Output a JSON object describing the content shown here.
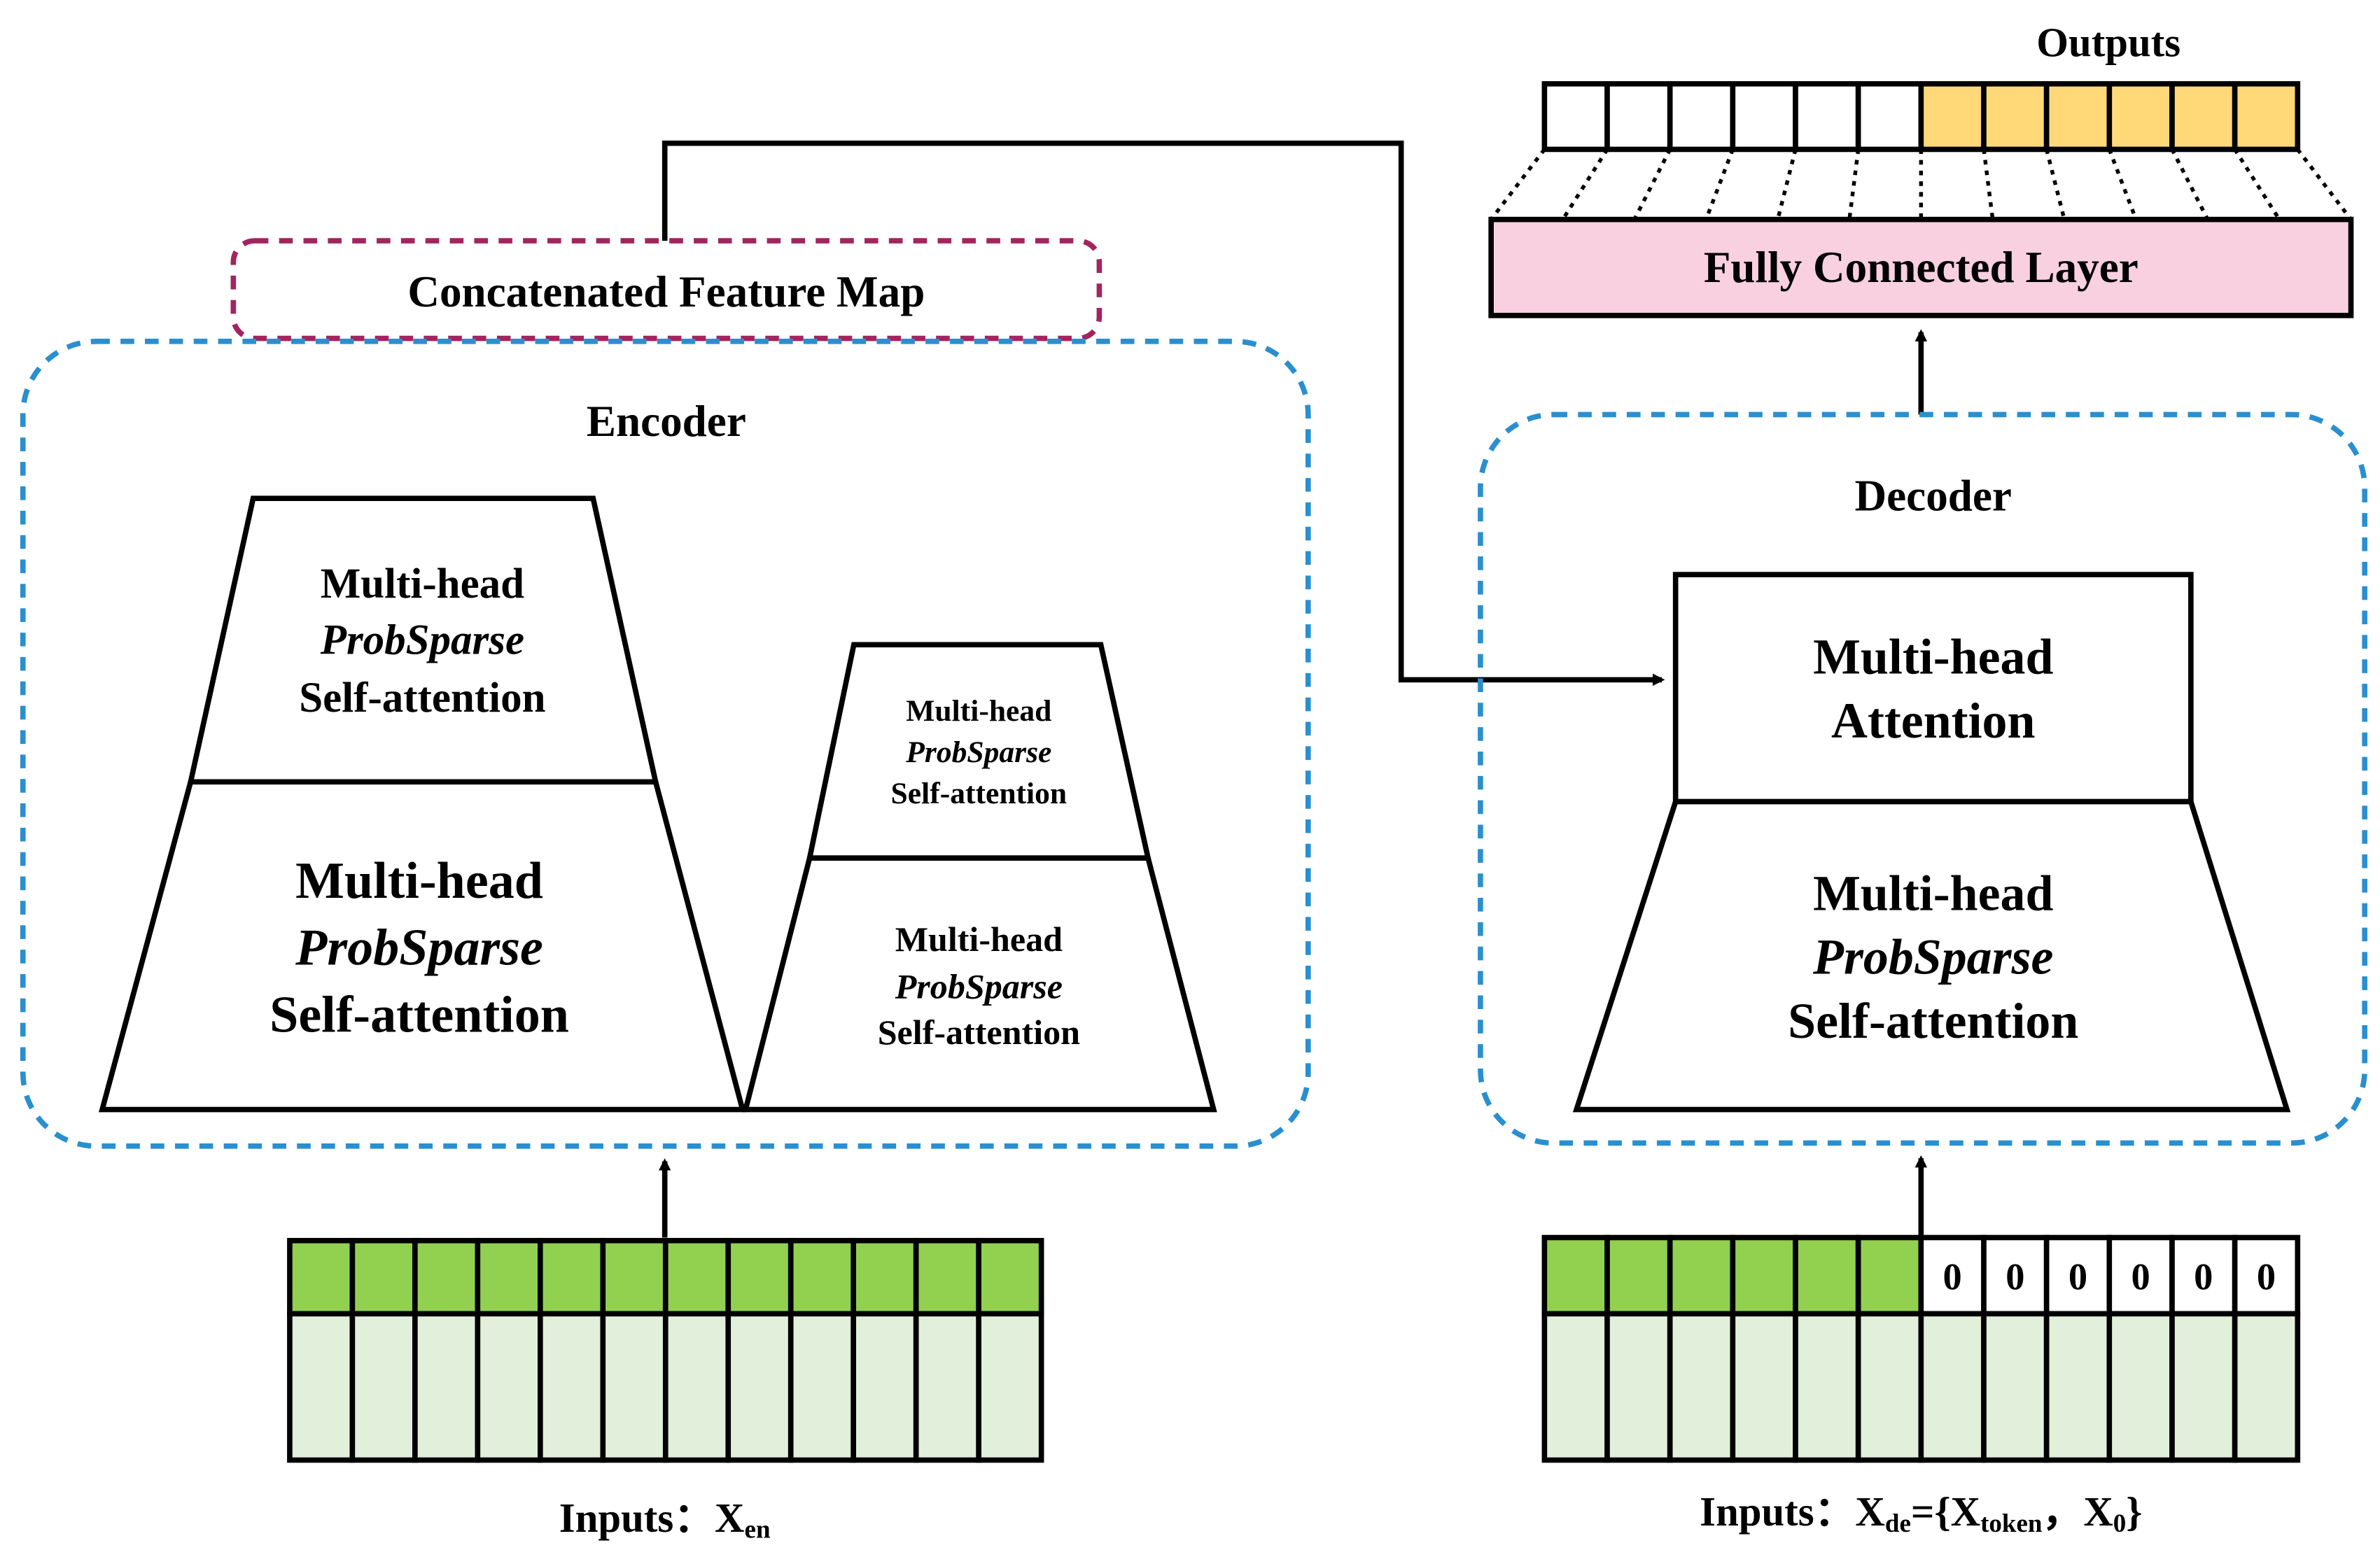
{
  "outputs": {
    "title": "Outputs",
    "blank_cells": 6,
    "highlight_cells": 6,
    "highlight_color": "#ffd978"
  },
  "fully_connected_layer": {
    "label": "Fully Connected Layer",
    "fill": "#f8d0e0"
  },
  "concatenated_feature_map": {
    "label": "Concatenated Feature Map",
    "border_color": "#a3245e"
  },
  "encoder": {
    "title": "Encoder",
    "border_color": "#2a8fcf",
    "stack1": {
      "top": {
        "line1": "Multi-head",
        "line2": "ProbSparse",
        "line3": "Self-attention"
      },
      "bottom": {
        "line1": "Multi-head",
        "line2": "ProbSparse",
        "line3": "Self-attention"
      }
    },
    "stack2": {
      "top": {
        "line1": "Multi-head",
        "line2": "ProbSparse",
        "line3": "Self-attention"
      },
      "bottom": {
        "line1": "Multi-head",
        "line2": "ProbSparse",
        "line3": "Self-attention"
      }
    }
  },
  "decoder": {
    "title": "Decoder",
    "border_color": "#2a8fcf",
    "attention": {
      "line1": "Multi-head",
      "line2": "Attention"
    },
    "self_attention": {
      "line1": "Multi-head",
      "line2": "ProbSparse",
      "line3": "Self-attention"
    }
  },
  "encoder_input": {
    "label": "Inputs：",
    "symbol": "X",
    "subscript": "en",
    "cells": 12,
    "top_color": "#92d050",
    "bottom_color": "#e2efda"
  },
  "decoder_input": {
    "label": "Inputs：",
    "symbol": "X",
    "subscript": "de",
    "equals": "={X",
    "token_subscript": "token",
    "separator": "，",
    "zero_symbol": "X",
    "zero_subscript": "0",
    "closing": "}",
    "green_cells": 6,
    "zero_cells": [
      "0",
      "0",
      "0",
      "0",
      "0",
      "0"
    ],
    "top_color": "#92d050",
    "bottom_color": "#e2efda"
  }
}
